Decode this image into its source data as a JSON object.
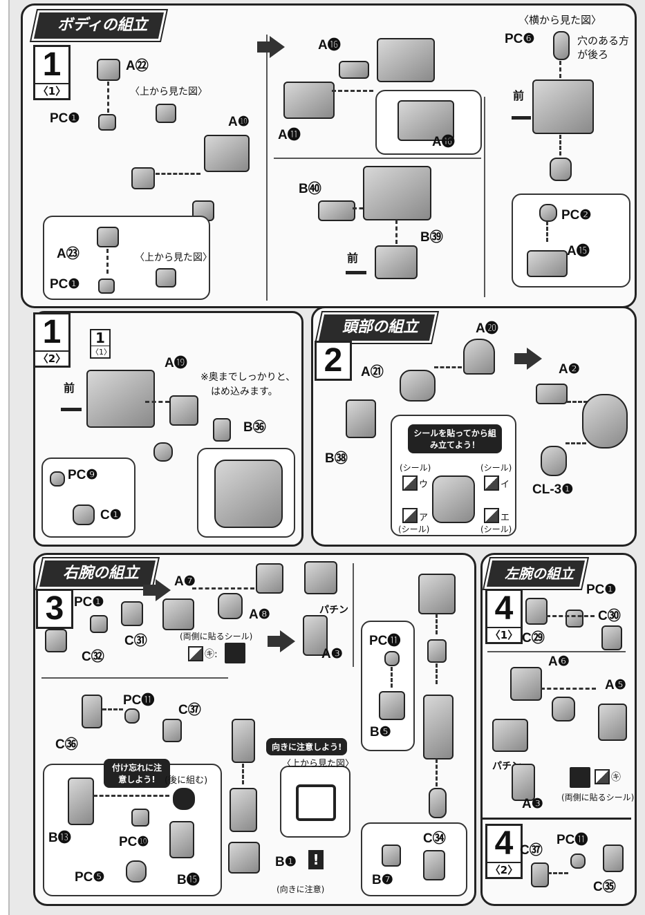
{
  "sections": {
    "body": {
      "title": "ボディの組立"
    },
    "head": {
      "title": "頭部の組立"
    },
    "right_arm": {
      "title": "右腕の組立"
    },
    "left_arm": {
      "title": "左腕の組立"
    }
  },
  "steps": {
    "s1a": {
      "num": "1",
      "sub": "〈1〉"
    },
    "s1b": {
      "num": "1",
      "sub": "〈2〉",
      "ref_num": "1",
      "ref_sub": "〈1〉"
    },
    "s2": {
      "num": "2"
    },
    "s3": {
      "num": "3"
    },
    "s4a": {
      "num": "4",
      "sub": "〈1〉"
    },
    "s4b": {
      "num": "4",
      "sub": "〈2〉"
    }
  },
  "labels": {
    "a22": "A㉒",
    "pc1_a": "PC❶",
    "top_view_1": "〈上から見た図〉",
    "a10": "A❿",
    "a23": "A㉓",
    "pc1_b": "PC❶",
    "top_view_2": "〈上から見た図〉",
    "a16_a": "A⓰",
    "a11": "A⓫",
    "a16_b": "A⓰",
    "b40": "B㊵",
    "b39": "B㊴",
    "front_a": "前",
    "side_view": "〈横から見た図〉",
    "pc6": "PC❻",
    "hole_note_1": "穴のある方",
    "hole_note_2": "が後ろ",
    "front_b": "前",
    "pc2": "PC❷",
    "a15": "A⓯",
    "front_c": "前",
    "a19": "A⓳",
    "push_note_1": "※奥までしっかりと、",
    "push_note_2": "はめ込みます。",
    "b36": "B㊱",
    "pc9": "PC❾",
    "c1": "C❶",
    "a20": "A⓴",
    "a21": "A㉑",
    "b38": "B㊳",
    "sticker_callout": "シールを貼ってから組み立てよう！",
    "seal_1": "(シール)",
    "seal_2": "(シール)",
    "seal_3": "(シール)",
    "seal_4": "(シール)",
    "a2": "A❷",
    "cl3": "CL-3❶",
    "r_pc1": "PC❶",
    "r_c31": "C㉛",
    "r_c32": "C㉜",
    "a7": "A❼",
    "a8": "A❽",
    "both_sides_seal": "(両側に貼るシール)",
    "sticker_ki": "㋖:",
    "pachin_r": "パチン",
    "a3_r": "A❸",
    "pc11_r1": "PC⓫",
    "b5": "B❺",
    "pc11_r2": "PC⓫",
    "c37_r": "C㊲",
    "c36": "C㊱",
    "dont_forget": "付け忘れに注意しよう!",
    "later": "(後に組む)",
    "b13": "B⓭",
    "pc10": "PC❿",
    "pc5": "PC❺",
    "b15": "B⓯",
    "direction_callout": "向きに注意しよう!",
    "top_view_3": "〈上から見た図〉",
    "b1": "B❶",
    "direction_note": "(向きに注意)",
    "c34": "C㉞",
    "b7": "B❼",
    "l_pc1": "PC❶",
    "l_c30": "C㉚",
    "l_c29": "C㉙",
    "a6": "A❻",
    "a5": "A❺",
    "pachin_l": "パチン",
    "a3_l": "A❸",
    "both_sides_seal_l": "(両側に貼るシール)",
    "sticker_ki_l": "㋖",
    "l_c37": "C㊲",
    "l_pc11": "PC⓫",
    "l_c35": "C㉟"
  },
  "seal_marks": [
    "ア",
    "イ",
    "ウ",
    "エ"
  ],
  "warning_mark": "!"
}
